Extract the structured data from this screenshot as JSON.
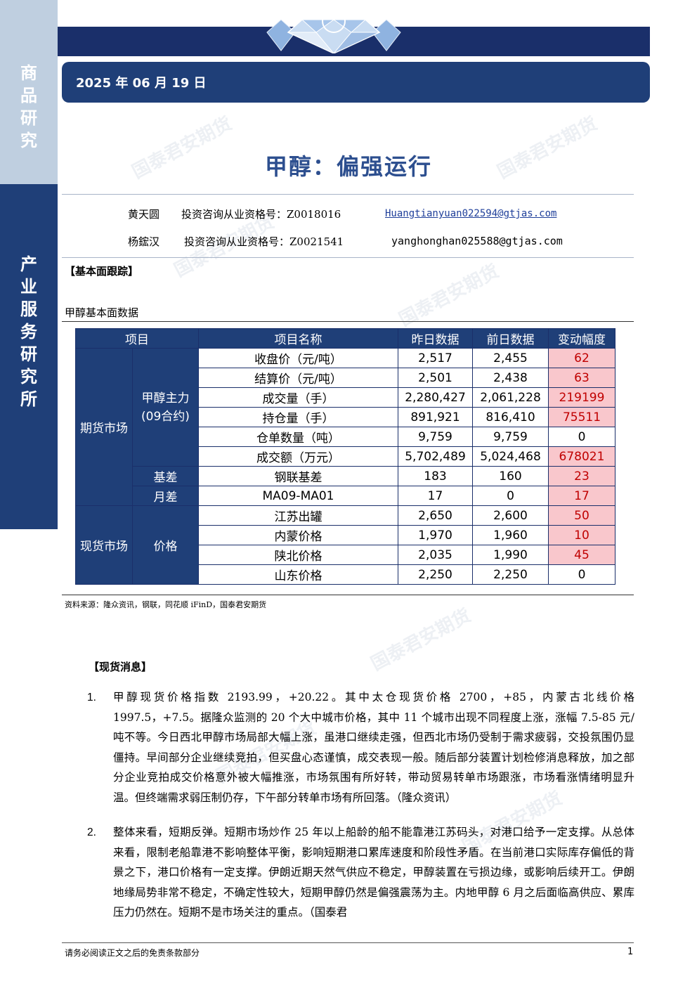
{
  "sidebar": {
    "top_label": [
      "商",
      "品",
      "研",
      "究"
    ],
    "bottom_label": [
      "产",
      "业",
      "服",
      "务",
      "研",
      "究",
      "所"
    ]
  },
  "header": {
    "date": "2025 年 06 月 19 日",
    "title": "甲醇：偏强运行"
  },
  "authors": [
    {
      "name": "黄天圆",
      "qualification": "投资咨询从业资格号：Z0018016",
      "email": "Huangtianyuan022594@gtjas.com"
    },
    {
      "name": "杨鋐汉",
      "qualification": "投资咨询从业资格号：Z0021541",
      "email": "yanghonghan025588@gtjas.com"
    }
  ],
  "section_fundamentals": "【基本面跟踪】",
  "table": {
    "caption": "甲醇基本面数据",
    "headers": [
      "项目",
      "项目名称",
      "昨日数据",
      "前日数据",
      "变动幅度"
    ],
    "group_futures": "期货市场",
    "group_spot": "现货市场",
    "sub_main": "甲醇主力\n(09合约)",
    "sub_basis": "基差",
    "sub_month": "月差",
    "sub_price": "价格",
    "rows": [
      {
        "name": "收盘价（元/吨）",
        "y": "2,517",
        "p": "2,455",
        "c": "62"
      },
      {
        "name": "结算价（元/吨）",
        "y": "2,501",
        "p": "2,438",
        "c": "63"
      },
      {
        "name": "成交量（手）",
        "y": "2,280,427",
        "p": "2,061,228",
        "c": "219199"
      },
      {
        "name": "持仓量（手）",
        "y": "891,921",
        "p": "816,410",
        "c": "75511"
      },
      {
        "name": "仓单数量（吨）",
        "y": "9,759",
        "p": "9,759",
        "c": "0"
      },
      {
        "name": "成交额（万元）",
        "y": "5,702,489",
        "p": "5,024,468",
        "c": "678021"
      },
      {
        "name": "钢联基差",
        "y": "183",
        "p": "160",
        "c": "23"
      },
      {
        "name": "MA09-MA01",
        "y": "17",
        "p": "0",
        "c": "17"
      },
      {
        "name": "江苏出罐",
        "y": "2,650",
        "p": "2,600",
        "c": "50"
      },
      {
        "name": "内蒙价格",
        "y": "1,970",
        "p": "1,960",
        "c": "10"
      },
      {
        "name": "陕北价格",
        "y": "2,035",
        "p": "1,990",
        "c": "45"
      },
      {
        "name": "山东价格",
        "y": "2,250",
        "p": "2,250",
        "c": "0"
      }
    ],
    "source": "资料来源：隆众资讯，钢联，同花顺 iFinD，国泰君安期货"
  },
  "section_spot": "【现货消息】",
  "paragraphs": [
    {
      "num": "1.",
      "text": "甲醇现货价格指数 2193.99，+20.22。其中太仓现货价格 2700，+85，内蒙古北线价格 1997.5，+7.5。据隆众监测的 20 个大中城市价格，其中 11 个城市出现不同程度上涨，涨幅 7.5-85 元/吨不等。今日西北甲醇市场局部大幅上涨，虽港口继续走强，但西北市场仍受制于需求疲弱，交投氛围仍显僵持。早间部分企业继续竞拍，但买盘心态谨慎，成交表现一般。随后部分装置计划检修消息释放，加之部分企业竞拍成交价格意外被大幅推涨，市场氛围有所好转，带动贸易转单市场跟涨，市场看涨情绪明显升温。但终端需求弱压制仍存，下午部分转单市场有所回落。（隆众资讯）"
    },
    {
      "num": "2.",
      "text": "整体来看，短期反弹。短期市场炒作 25 年以上船龄的船不能靠港江苏码头，对港口给予一定支撑。从总体来看，限制老船靠港不影响整体平衡，影响短期港口累库速度和阶段性矛盾。在当前港口实际库存偏低的背景之下，港口价格有一定支撑。伊朗近期天然气供应不稳定，甲醇装置在亏损边缘，或影响后续开工。伊朗地缘局势非常不稳定，不确定性较大，短期甲醇仍然是偏强震荡为主。内地甲醇 6 月之后面临高供应、累库压力仍然在。短期不是市场关注的重点。（国泰君"
    }
  ],
  "footer": {
    "disclaimer": "请务必阅读正文之后的免责条款部分",
    "page": "1"
  },
  "watermark": "国泰君安期货",
  "colors": {
    "navy": "#1f3f78",
    "title_blue": "#2d4f8f",
    "pos_bg": "#f9c7cc",
    "pos_text": "#c00000",
    "side_light": "#bfcfe0"
  }
}
